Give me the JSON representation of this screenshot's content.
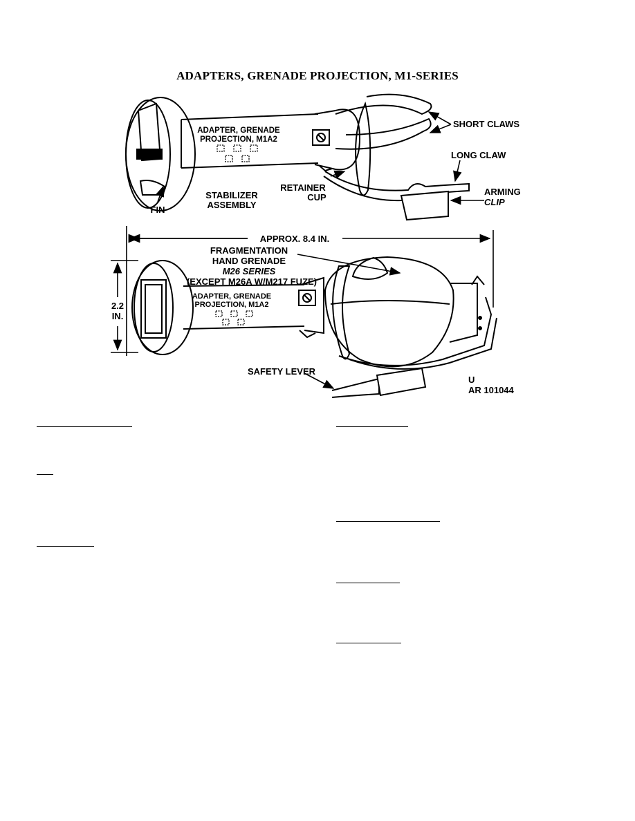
{
  "page": {
    "title": "ADAPTERS, GRENADE PROJECTION, M1-SERIES"
  },
  "figure_top": {
    "adapter_text": [
      "ADAPTER, GRENADE",
      "PROJECTION, M1A2"
    ],
    "labels": {
      "short_claws": "SHORT CLAWS",
      "long_claw": "LONG CLAW",
      "arming": "ARMING",
      "clip": "CLIP",
      "retainer": "RETAINER",
      "cup": "CUP",
      "stabilizer": "STABILIZER",
      "assembly": "ASSEMBLY",
      "fin": "FIN"
    }
  },
  "figure_bottom": {
    "length": "APPROX. 8.4 IN.",
    "diameter_value": "2.2",
    "diameter_unit": "IN.",
    "grenade_lines": [
      "FRAGMENTATION",
      "HAND GRENADE",
      "M26 SERIES",
      "(EXCEPT M26A W/M217 FUZE)"
    ],
    "adapter_text": [
      "ADAPTER, GRENADE",
      "PROJECTION, M1A2"
    ],
    "safety_lever": "SAFETY LEVER",
    "code_line1": "U",
    "code_line2": "AR 101044"
  }
}
